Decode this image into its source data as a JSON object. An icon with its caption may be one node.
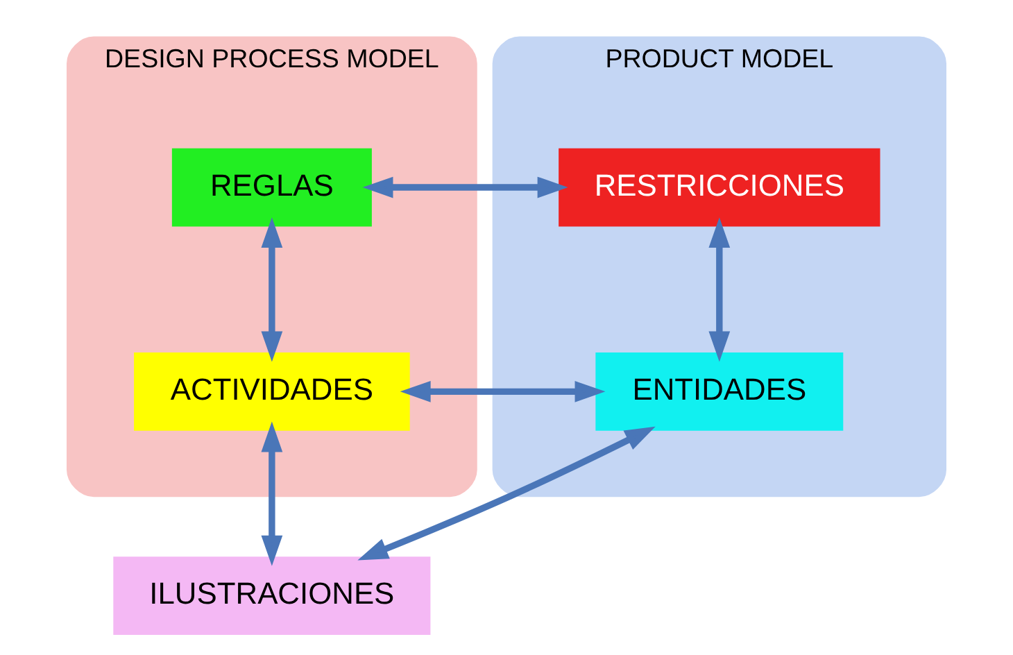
{
  "diagram": {
    "nodes": [
      {
        "text": [
          "DESIGN PROCESS MODEL"
        ]
      },
      {
        "text": [
          "PRODUCT MODEL"
        ]
      },
      {
        "text": [
          "REGLAS"
        ],
        "in": 0
      },
      {
        "text": [
          "RESTRICCIONES"
        ],
        "in": 1
      },
      {
        "text": [
          "ACTIVIDADES"
        ],
        "in": 0
      },
      {
        "text": [
          "ENTIDADES"
        ],
        "in": 1
      },
      {
        "text": [
          "ILUSTRACIONES"
        ]
      }
    ],
    "edges": [
      {
        "from": 2,
        "to": 3,
        "arrow": "both"
      },
      {
        "from": 2,
        "to": 4,
        "arrow": "both"
      },
      {
        "from": 3,
        "to": 5,
        "arrow": "both"
      },
      {
        "from": 4,
        "to": 5,
        "arrow": "both"
      },
      {
        "from": 4,
        "to": 6,
        "arrow": "both"
      },
      {
        "from": 6,
        "to": 5,
        "arrow": "both"
      }
    ]
  }
}
